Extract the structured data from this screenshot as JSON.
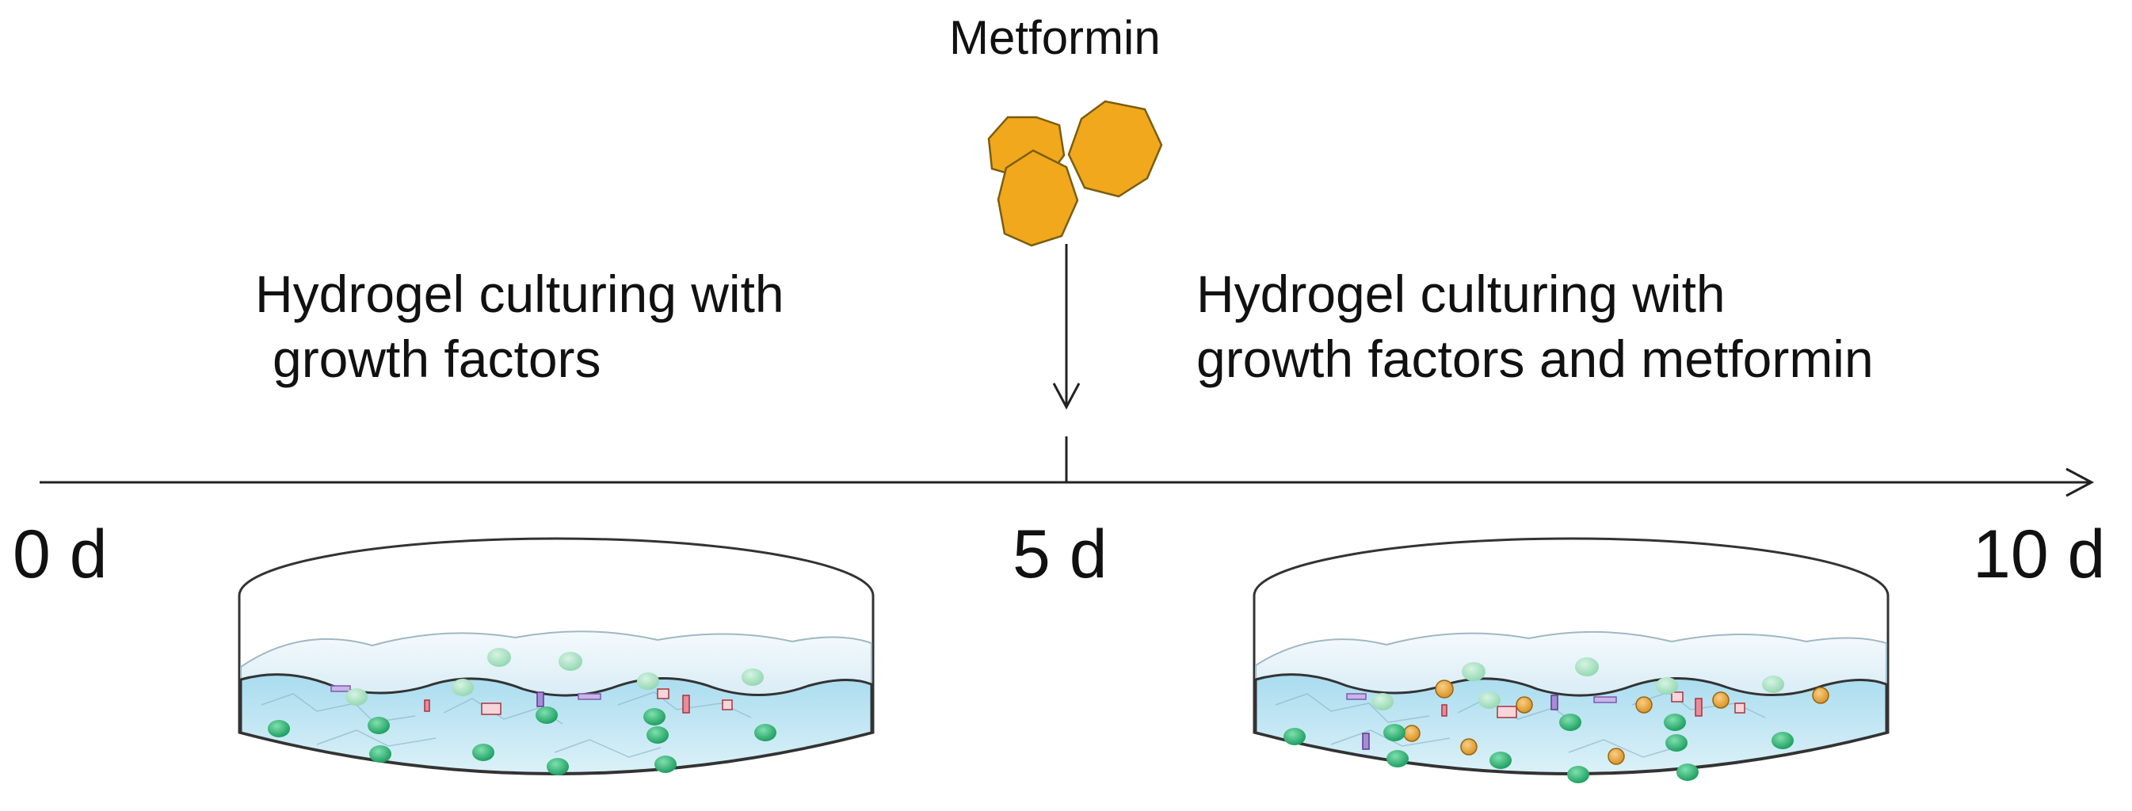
{
  "metformin": {
    "label": "Metformin"
  },
  "stages": [
    {
      "lines": [
        "Hydrogel culturing with",
        "growth factors"
      ]
    },
    {
      "lines": [
        "Hydrogel culturing with",
        "growth factors and metformin"
      ]
    }
  ],
  "timeline": {
    "ticks": [
      "0 d",
      "5 d",
      "10 d"
    ]
  },
  "colors": {
    "metformin_fill": "#F2A81C",
    "metformin_stroke": "#8A6A14",
    "cell_green": "#2DB574",
    "cell_green_light": "#9ADDB8",
    "metformin_particle": "#E8A53A",
    "medium_blue": "#BFE4F2",
    "gel_light": "#E6F3F9",
    "dish_outline": "#333333"
  },
  "icons": [
    "hexagon-molecule-icon",
    "arrow-down-icon",
    "arrow-right-icon",
    "petri-dish-icon"
  ]
}
